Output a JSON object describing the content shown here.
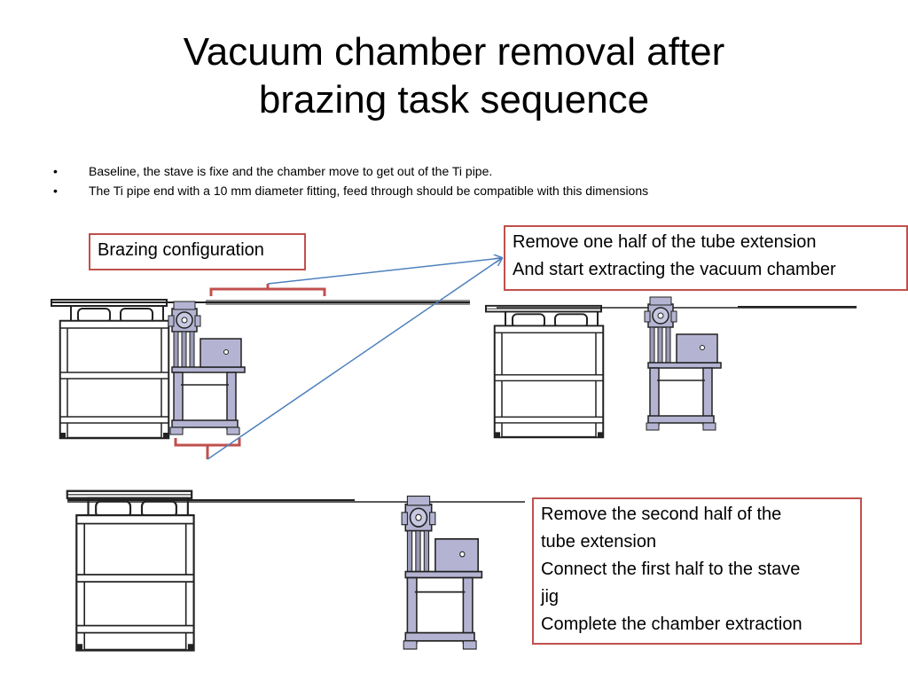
{
  "title": {
    "line1": "Vacuum chamber removal after",
    "line2": "brazing task sequence"
  },
  "bullets": [
    "Baseline, the stave is fixe and the chamber move to get out of the Ti pipe.",
    "The Ti pipe end with a 10 mm diameter fitting, feed through should be compatible with this dimensions"
  ],
  "boxes": {
    "brazing": "Brazing configuration",
    "step1": [
      "Remove one half of the tube extension",
      "And start extracting the vacuum chamber"
    ],
    "step2": [
      "Remove the second half of the",
      "tube extension",
      "Connect the first half to the stave",
      "jig",
      "Complete the chamber extraction"
    ]
  },
  "colors": {
    "box_border": "#c0504d",
    "bracket": "#c0504d",
    "arrow": "#4f81bd",
    "chamber": "#b4b4d2"
  }
}
